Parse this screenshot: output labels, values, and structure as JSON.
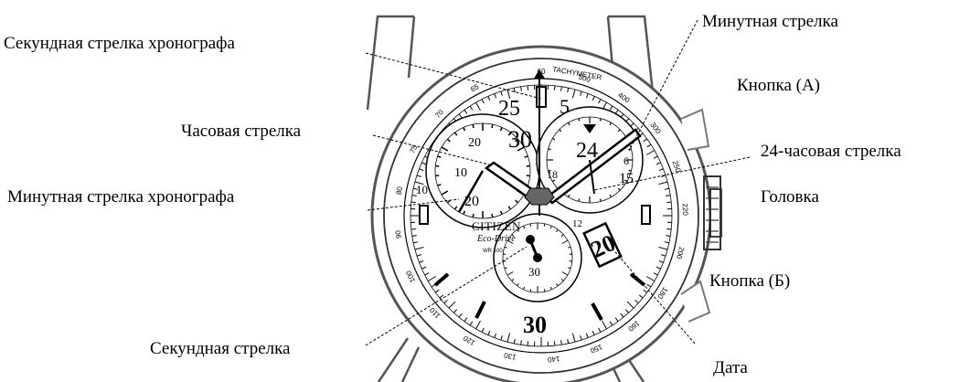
{
  "labels": {
    "chrono_second_hand": "Секундная стрелка хронографа",
    "minute_hand": "Минутная стрелка",
    "button_a": "Кнопка (А)",
    "hour_hand": "Часовая стрелка",
    "hand_24h": "24-часовая стрелка",
    "chrono_minute_hand": "Минутная стрелка хронографа",
    "crown": "Головка",
    "button_b": "Кнопка (Б)",
    "second_hand": "Секундная стрелка",
    "date": "Дата"
  },
  "dial": {
    "brand": "CITIZEN",
    "model": "Eco-Drive",
    "small_text": "WR 100",
    "tachymeter": "TACHYMETER",
    "tachy_values": [
      "60",
      "500",
      "400",
      "300",
      "250",
      "220",
      "200",
      "180",
      "160",
      "150",
      "140",
      "130",
      "120",
      "110",
      "100",
      "90",
      "80",
      "75",
      "70",
      "65"
    ],
    "hour_markers": [
      "30",
      "25",
      "15",
      "10",
      "5",
      "20"
    ],
    "chrono_sub": [
      "30",
      "20",
      "10"
    ],
    "sub24": [
      "24",
      "6",
      "18",
      "12"
    ],
    "sec_sub": [
      "30"
    ],
    "date_value": "20"
  },
  "colors": {
    "line": "#000000",
    "case": "#555555",
    "background": "#ffffff"
  }
}
